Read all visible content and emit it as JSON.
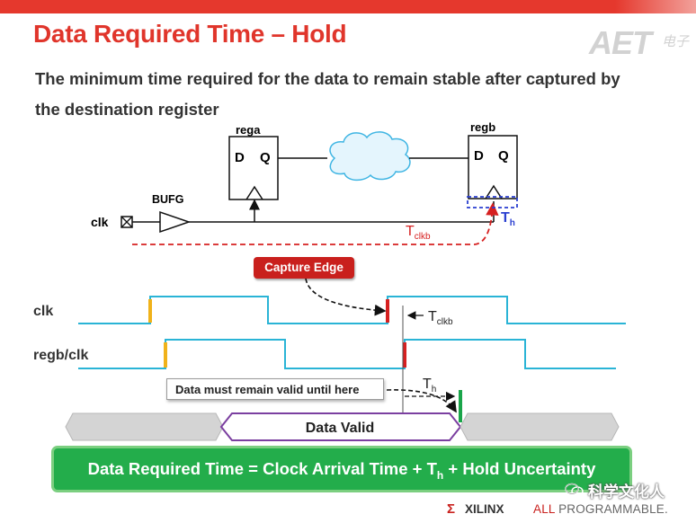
{
  "title": "Data Required Time – Hold",
  "subtitle_line1": "The minimum time required for the data to remain stable after captured  by",
  "subtitle_line2": "the destination register",
  "logo_text": "AET",
  "logo_sub": "电子",
  "circuit": {
    "rega": "rega",
    "regb": "regb",
    "d_label": "D",
    "q_label": "Q",
    "bufg": "BUFG",
    "clk": "clk",
    "tclkb_main": "T",
    "tclkb_sub": "clkb",
    "th_main": "T",
    "th_sub": "h"
  },
  "timing": {
    "clk_label": "clk",
    "regb_clk_label": "regb/clk",
    "capture_edge": "Capture Edge",
    "tclkb_main": "T",
    "tclkb_sub": "clkb",
    "th_main": "T",
    "th_sub": "h",
    "valid_note": "Data must remain valid until here",
    "data_valid": "Data Valid"
  },
  "formula": {
    "part1": "Data Required Time = Clock Arrival Time + T",
    "sub": "h",
    "part2": " + Hold Uncertainty"
  },
  "watermark": "科学文化人",
  "footer": {
    "logo_mark": "Σ",
    "brand": "XILINX",
    "tagline_all": "ALL",
    "tagline_rest": " PROGRAMMABLE."
  },
  "colors": {
    "accent_red": "#e0352b",
    "clock_wave": "#2ab4d6",
    "formula_green": "#23ad4b",
    "data_valid_border": "#7b3fa0",
    "hold_marker": "#1aa54a",
    "edge_marker": "#d62020",
    "launch_marker": "#f0b21a",
    "hold_box": "#2a3fd0"
  }
}
